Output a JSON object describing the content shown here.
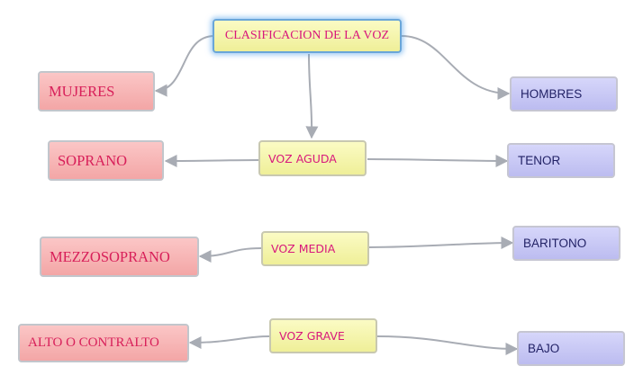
{
  "root": {
    "label": "CLASIFICACION DE LA VOZ"
  },
  "women": {
    "label": "MUJERES"
  },
  "men": {
    "label": "HOMBRES"
  },
  "rows": [
    {
      "category": "VOZ AGUDA",
      "female": "SOPRANO",
      "male": "TENOR"
    },
    {
      "category": "VOZ MEDIA",
      "female": "MEZZOSOPRANO",
      "male": "BARITONO"
    },
    {
      "category": "VOZ GRAVE",
      "female": "ALTO O CONTRALTO",
      "male": "BAJO"
    }
  ],
  "colors": {
    "category_fill": "#f5f5b0",
    "female_fill": "#f8b8b8",
    "male_fill": "#c8c8f5",
    "root_glow": "#50a0eb",
    "connector": "#a8acb4"
  }
}
